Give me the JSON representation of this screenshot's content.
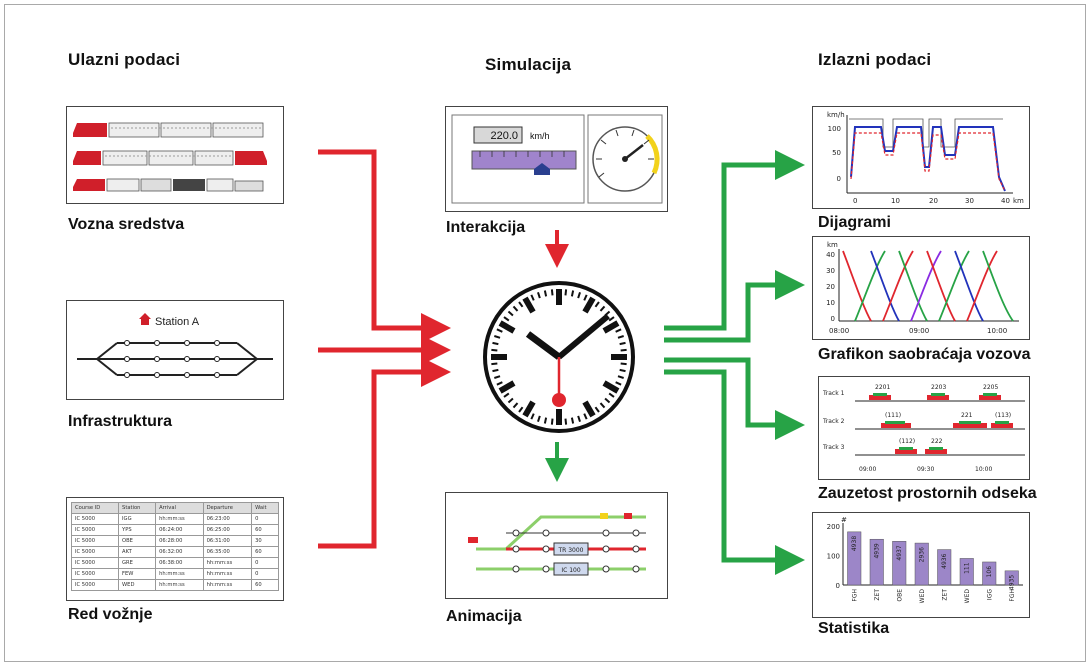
{
  "headers": {
    "inputs": "Ulazni podaci",
    "simulation": "Simulacija",
    "outputs": "Izlazni podaci"
  },
  "inputs": [
    {
      "caption": "Vozna sredstva"
    },
    {
      "caption": "Infrastruktura",
      "station_label": "Station A"
    },
    {
      "caption": "Red vožnje",
      "timetable": {
        "columns": [
          "Course ID",
          "Station",
          "Arrival",
          "Departure",
          "Wait"
        ],
        "rows": [
          [
            "IC 5000",
            "IGG",
            "hh:mm:ss",
            "06:23:00",
            "0"
          ],
          [
            "IC 5000",
            "YPS",
            "06:24:00",
            "06:25:00",
            "60"
          ],
          [
            "IC 5000",
            "OBE",
            "06:28:00",
            "06:31:00",
            "30"
          ],
          [
            "IC 5000",
            "AKT",
            "06:32:00",
            "06:35:00",
            "60"
          ],
          [
            "IC 5000",
            "GRE",
            "06:38:00",
            "hh:mm:ss",
            "0"
          ],
          [
            "IC 5000",
            "FEW",
            "hh:mm:ss",
            "hh:mm:ss",
            "0"
          ],
          [
            "IC 5000",
            "WED",
            "hh:mm:ss",
            "hh:mm:ss",
            "60"
          ]
        ]
      }
    }
  ],
  "simulation": {
    "interaction": {
      "caption": "Interakcija",
      "speed_value": "220.0",
      "speed_unit": "km/h"
    },
    "animation": {
      "caption": "Animacija",
      "block1": "TR 3000",
      "block2": "IC 100"
    }
  },
  "outputs": {
    "diagrams": {
      "caption": "Dijagrami",
      "unit": "km/h",
      "xunit": "km",
      "yticks": [
        "100",
        "50",
        "0"
      ],
      "xticks": [
        "0",
        "10",
        "20",
        "30",
        "40"
      ]
    },
    "graph": {
      "caption": "Grafikon saobraćaja vozova",
      "unit": "km",
      "yticks": [
        "40",
        "30",
        "20",
        "10",
        "0"
      ],
      "xticks": [
        "08:00",
        "09:00",
        "10:00"
      ]
    },
    "occupancy": {
      "caption": "Zauzetost prostornih odseka",
      "tracks": [
        "Track 1",
        "Track 2",
        "Track 3"
      ],
      "labels": [
        "2201",
        "2203",
        "2205",
        "(111)",
        "221",
        "(113)",
        "(112)",
        "222"
      ],
      "xticks": [
        "09:00",
        "09:30",
        "10:00"
      ]
    },
    "statistics": {
      "caption": "Statistika",
      "yunit": "#"
    }
  },
  "chart_data": {
    "type": "bar",
    "title": "",
    "categories": [
      "FGH",
      "ZET",
      "OBE",
      "WED",
      "ZET",
      "WED",
      "IGG",
      "FGH"
    ],
    "values": [
      180,
      155,
      148,
      142,
      120,
      90,
      78,
      48
    ],
    "bar_labels": [
      "4938",
      "4939",
      "4937",
      "2936",
      "4936",
      "111",
      "106",
      "4935"
    ],
    "ylim": [
      0,
      210
    ],
    "yticks": [
      0,
      100,
      200
    ],
    "bar_color": "#9c86c8",
    "grid": false
  }
}
